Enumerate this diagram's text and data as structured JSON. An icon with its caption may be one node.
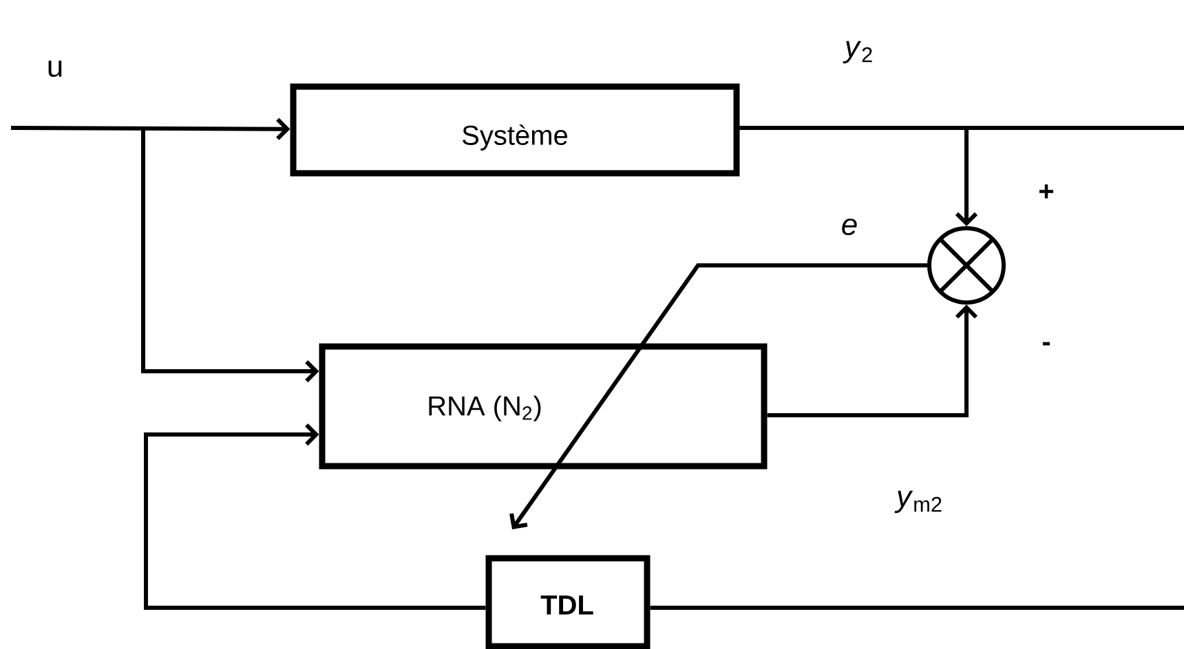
{
  "diagram": {
    "nodes": [
      {
        "text": [
          "Système"
        ]
      },
      {
        "text": [
          "RNA (N$_{2}$)"
        ]
      },
      {
        "text": [
          "TDL"
        ]
      },
      {
        "text": [],
        "shape": "circle"
      }
    ],
    "edges": [
      {
        "from": null,
        "to": 0,
        "arrow": "to",
        "label": "u"
      },
      {
        "from": null,
        "to": 1,
        "arrow": "to"
      },
      {
        "from": 0,
        "to": 3,
        "arrow": "to",
        "label": "*y*$_{2}$"
      },
      {
        "from": 0,
        "to": null,
        "arrow": "none"
      },
      {
        "from": 1,
        "to": 3,
        "arrow": "to",
        "label": "*y*$_{m2}$"
      },
      {
        "from": 3,
        "to": null,
        "arrow": "to",
        "label": "*e*"
      },
      {
        "from": 2,
        "to": 1,
        "arrow": "to"
      },
      {
        "from": 2,
        "to": null,
        "arrow": "none"
      }
    ],
    "labels": [
      "+",
      "-"
    ]
  }
}
